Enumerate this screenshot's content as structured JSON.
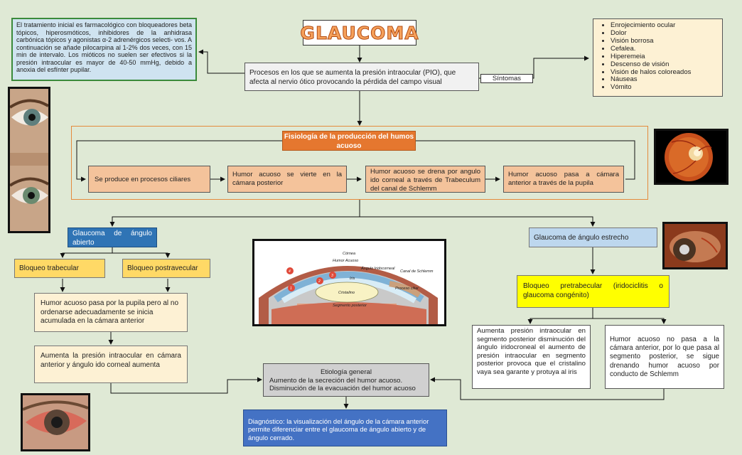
{
  "title": "GLAUCOMA",
  "definition": "Procesos en los que se aumenta la presión intraocular (PIO), que afecta al nervio ótico provocando la pérdida del campo visual",
  "treatment": "El tratamiento inicial es farmacológico con bloqueadores beta tópicos, hiperosmóticos, inhibidores de la anhidrasa carbónica tópicos y agonistas α-2 adrenérgicos selecti- vos. A continuación se añade pilocarpina al 1-2% dos veces, con 15 min de intervalo. Los mióticos no suelen ser efectivos si la presión intraocular es mayor de 40-50 mmHg, debido a anoxia del esfínter pupilar.",
  "symptoms_label": "Síntomas",
  "symptoms": [
    "Enrojecimiento ocular",
    "Dolor",
    "Visión borrosa",
    "Cefalea.",
    "Hiperemeia",
    "Descenso de visión",
    "Visión de halos coloreados",
    "Náuseas",
    "Vómito"
  ],
  "physiology": {
    "title": "Fisiología de la producción del humos acuoso",
    "steps": [
      "Se produce en procesos ciliares",
      "Humor acuoso se vierte en la cámara posterior",
      "Humor acuoso se drena por angulo ido corneal a través de Trabeculum del canal de Schlemm",
      "Humor acuoso pasa a cámara anterior a través de la pupila"
    ]
  },
  "open_angle": {
    "title": "Glaucoma de ángulo abierto",
    "block1": "Bloqueo trabecular",
    "block2": "Bloqueo postravecular",
    "desc1": "Humor acuoso pasa por la pupila pero al no ordenarse adecuadamente se inicia acumulada en la cámara anterior",
    "desc2": "Aumenta la presión intraocular en cámara anterior y ángulo ido corneal aumenta"
  },
  "closed_angle": {
    "title": "Glaucoma de ángulo estrecho",
    "block": "Bloqueo pretrabecular (iridociclitis o glaucoma congénito)",
    "desc_left": "Aumenta presión intraocular en segmento posterior disminución del ángulo iridocroneal el aumento de presión intraocular en segmento posterior provoca que el cristalino vaya sea garante y protuya al iris",
    "desc_right": "Humor acuoso no pasa a la cámara anterior, por lo que pasa al segmento posterior, se sigue drenando humor acuoso por conducto de Schlemm"
  },
  "etiology": {
    "title": "Etiología general",
    "line1": "Aumento de la secreción del humor acuoso.",
    "line2": "Disminución de la evacuación del humor acuoso"
  },
  "diagnosis": "Diagnóstico: la visualización del ángulo de la cámara anterior permite diferenciar entre el glaucoma de ángulo abierto y de ángulo cerrado.",
  "anatomy_labels": {
    "cornea": "Córnea",
    "humor": "Humor Acuoso",
    "angle": "Ángulo Iridocorneal",
    "iris": "Iris",
    "canal": "Canal de Schlemm",
    "crystalline": "Cristalino",
    "ciliary": "Proceso ciliar",
    "posterior": "Segmento posterior",
    "n1": "1",
    "n2": "2",
    "n3": "3",
    "n4": "4"
  }
}
